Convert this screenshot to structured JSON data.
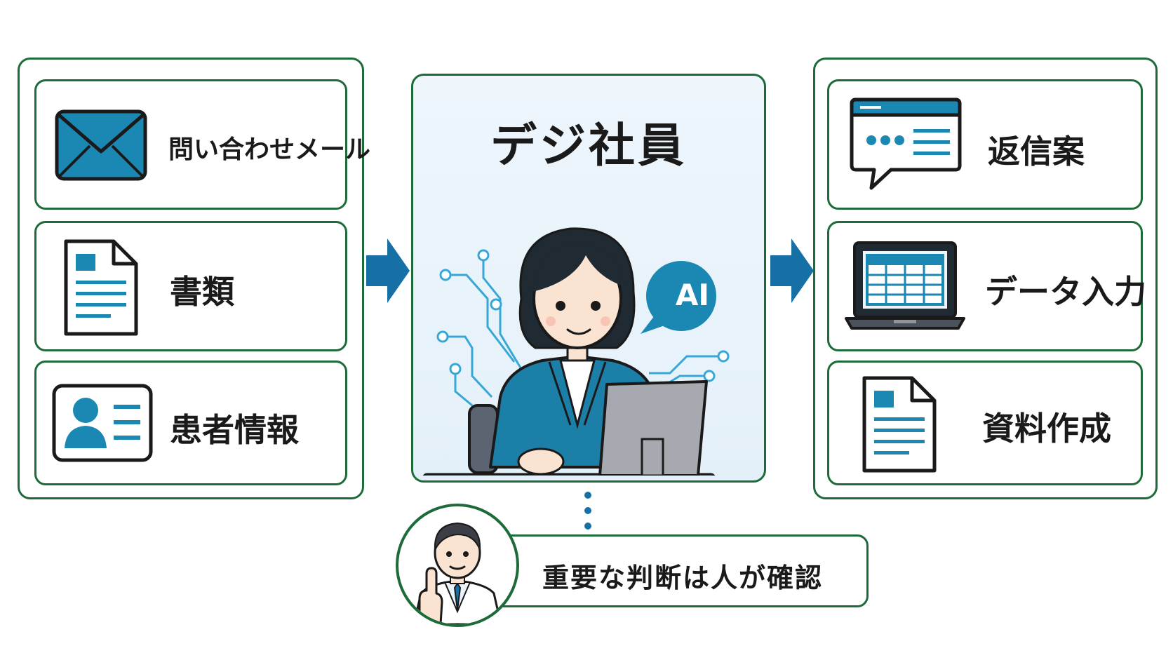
{
  "inputs": {
    "items": [
      {
        "label": "問い合わせメール",
        "icon": "envelope-icon"
      },
      {
        "label": "書類",
        "icon": "document-icon"
      },
      {
        "label": "患者情報",
        "icon": "id-card-icon"
      }
    ]
  },
  "center": {
    "title": "デジ社員",
    "ai_badge": "AI"
  },
  "outputs": {
    "items": [
      {
        "label": "返信案",
        "icon": "chat-window-icon"
      },
      {
        "label": "データ入力",
        "icon": "laptop-spreadsheet-icon"
      },
      {
        "label": "資料作成",
        "icon": "document-icon"
      }
    ]
  },
  "review": {
    "label": "重要な判断は人が確認"
  },
  "colors": {
    "border_green": "#1e6b3a",
    "accent_blue": "#1b87b3",
    "arrow_blue": "#1670a6",
    "panel_bg": "#e8f2fa"
  }
}
